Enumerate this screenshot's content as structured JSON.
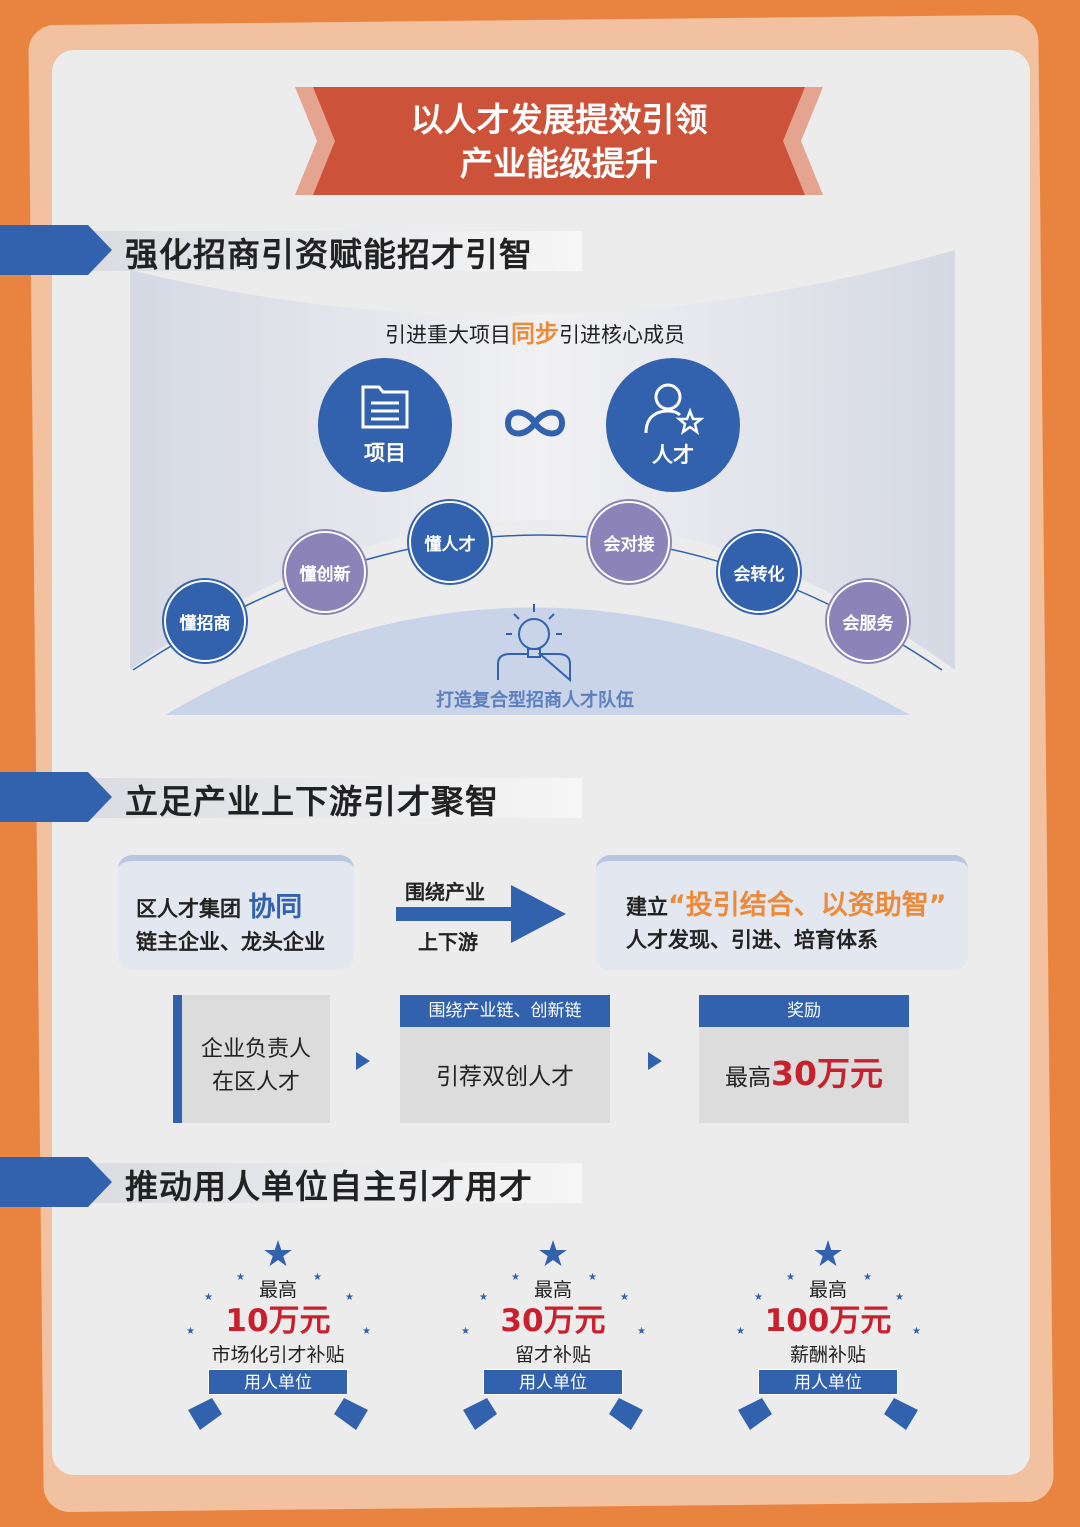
{
  "title": {
    "line1": "以人才发展提效引领",
    "line2": "产业能级提升"
  },
  "section1": {
    "heading": "强化招商引资赋能招才引智",
    "tagline_pre": "引进重大项目",
    "tagline_highlight": "同步",
    "tagline_post": "引进核心成员",
    "project_label": "项目",
    "talent_label": "人才",
    "arc_items": [
      "懂招商",
      "懂创新",
      "懂人才",
      "会对接",
      "会转化",
      "会服务"
    ],
    "team_label": "打造复合型招商人才队伍"
  },
  "section2": {
    "heading": "立足产业上下游引才聚智",
    "left_box": {
      "line1": "区人才集团 ",
      "line1_highlight": "协同",
      "line2": "链主企业、龙头企业"
    },
    "arrow_top": "围绕产业",
    "arrow_bottom": "上下游",
    "right_box": {
      "pre": "建立",
      "highlight": "“投引结合、以资助智”",
      "line2": "人才发现、引进、培育体系"
    },
    "step1": {
      "line1": "企业负责人",
      "line2": "在区人才"
    },
    "step2": {
      "header": "围绕产业链、创新链",
      "body": "引荐双创人才"
    },
    "step3": {
      "header": "奖励",
      "pre": "最高",
      "amount": "30万元"
    }
  },
  "section3": {
    "heading": "推动用人单位自主引才用才",
    "awards": [
      {
        "top": "最高",
        "amount": "10万元",
        "desc": "市场化引才补贴",
        "ribbon": "用人单位"
      },
      {
        "top": "最高",
        "amount": "30万元",
        "desc": "留才补贴",
        "ribbon": "用人单位"
      },
      {
        "top": "最高",
        "amount": "100万元",
        "desc": "薪酬补贴",
        "ribbon": "用人单位"
      }
    ]
  },
  "colors": {
    "background": "#e8843f",
    "blue": "#3262ae",
    "purple": "#8c84b8",
    "red_banner": "#cc5339",
    "highlight_orange": "#ec8a3a",
    "amount_red": "#c8202c"
  }
}
